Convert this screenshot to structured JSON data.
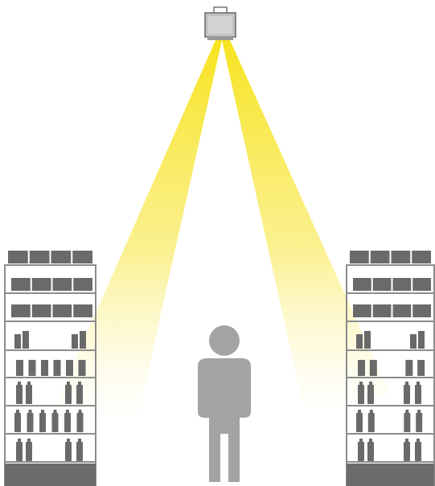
{
  "scene": {
    "background": "#ffffff",
    "subjects": [
      {
        "name": "ceiling-projector",
        "icon": "projector-icon"
      },
      {
        "name": "light-beam-left",
        "icon": "light-cone"
      },
      {
        "name": "light-beam-right",
        "icon": "light-cone"
      },
      {
        "name": "shelf-left",
        "icon": "store-shelf-icon"
      },
      {
        "name": "shelf-right",
        "icon": "store-shelf-icon"
      },
      {
        "name": "shopper",
        "icon": "person-icon"
      }
    ],
    "colors": {
      "beam": "#f7e436",
      "shelf_frame": "#8c8c8c",
      "product": "#6a6a6a",
      "person": "#a3a3a3",
      "projector": "#b9b9b9"
    }
  }
}
